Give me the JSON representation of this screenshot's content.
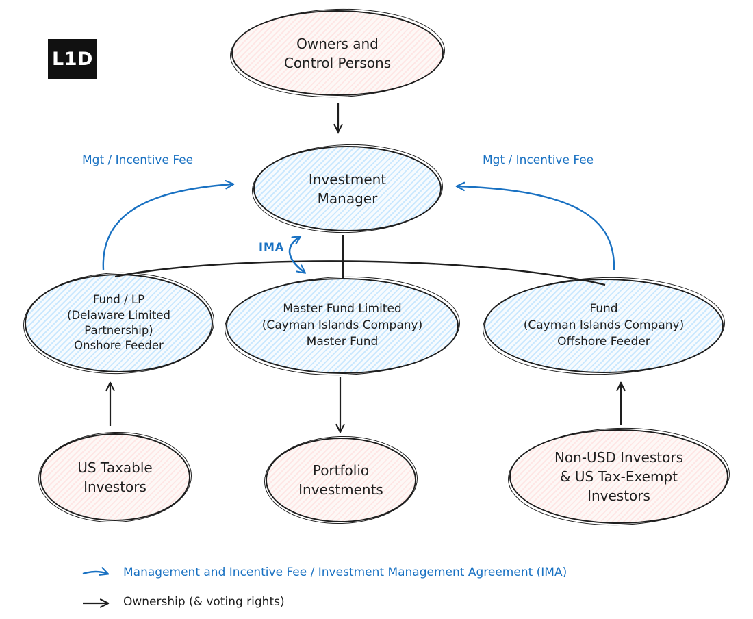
{
  "logo": {
    "text": "L1D"
  },
  "colors": {
    "accent_blue": "#1971c2",
    "stroke": "#1e1e1e",
    "blue_node_fill": "#a5d8ff",
    "pink_node_fill": "#ffc9c9"
  },
  "nodes": {
    "owners": {
      "label": "Owners and\nControl Persons",
      "fill": "pink"
    },
    "investment_manager": {
      "label": "Investment\nManager",
      "fill": "blue"
    },
    "onshore_feeder": {
      "label": "Fund / LP\n(Delaware Limited\nPartnership)\nOnshore Feeder",
      "fill": "blue"
    },
    "master_fund": {
      "label": "Master Fund Limited\n(Cayman Islands Company)\nMaster Fund",
      "fill": "blue"
    },
    "offshore_feeder": {
      "label": "Fund\n(Cayman Islands Company)\nOffshore Feeder",
      "fill": "blue"
    },
    "us_taxable": {
      "label": "US Taxable\nInvestors",
      "fill": "pink"
    },
    "portfolio": {
      "label": "Portfolio\nInvestments",
      "fill": "pink"
    },
    "non_usd": {
      "label": "Non-USD Investors\n& US Tax-Exempt\nInvestors",
      "fill": "pink"
    }
  },
  "edge_labels": {
    "mgt_fee_left": "Mgt / Incentive Fee",
    "mgt_fee_right": "Mgt / Incentive Fee",
    "ima": "IMA"
  },
  "legend": {
    "fee_line": "Management and Incentive Fee / Investment Management Agreement (IMA)",
    "ownership_line": "Ownership (& voting rights)"
  }
}
